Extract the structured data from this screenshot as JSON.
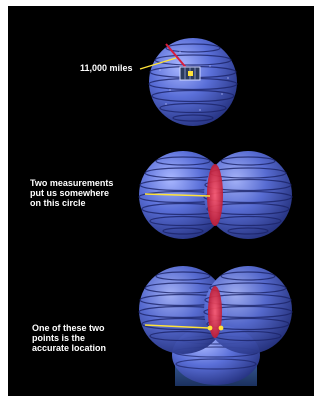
{
  "labels": {
    "distance": "11,000 miles",
    "two_measurements": [
      "Two measurements",
      "put us somewhere",
      "on this circle"
    ],
    "two_points": [
      "One of these two",
      "points is the",
      "accurate location"
    ]
  },
  "colors": {
    "background": "#000000",
    "globe": "#4f63cf",
    "globe_light": "#a9b7ff",
    "globe_dark": "#202c78",
    "latitude_lines": "#1b2367",
    "intersection": "#d81e3c",
    "pointer": "#ffe23a",
    "radius_line": "#d81e3c"
  },
  "icons": [
    "satellite-icon",
    "location-point-icon"
  ]
}
